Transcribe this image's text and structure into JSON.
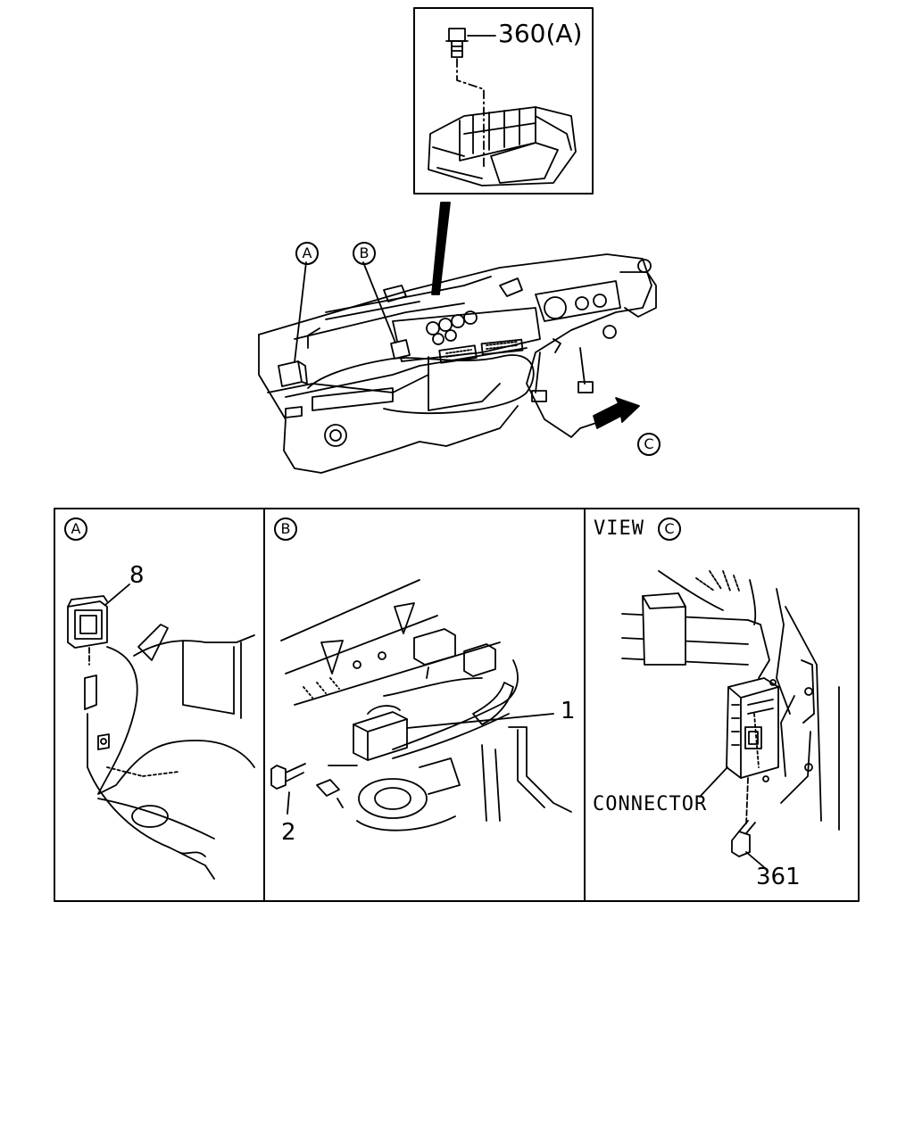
{
  "overview": {
    "callout_top": "360(A)",
    "marker_a": "A",
    "marker_b": "B",
    "marker_c": "C"
  },
  "panels": {
    "a": {
      "tag": "A",
      "part": "8"
    },
    "b": {
      "tag": "B",
      "part_1": "1",
      "part_2": "2"
    },
    "c": {
      "view_word": "VIEW",
      "tag": "C",
      "connector_label": "CONNECTOR",
      "part": "361"
    }
  }
}
